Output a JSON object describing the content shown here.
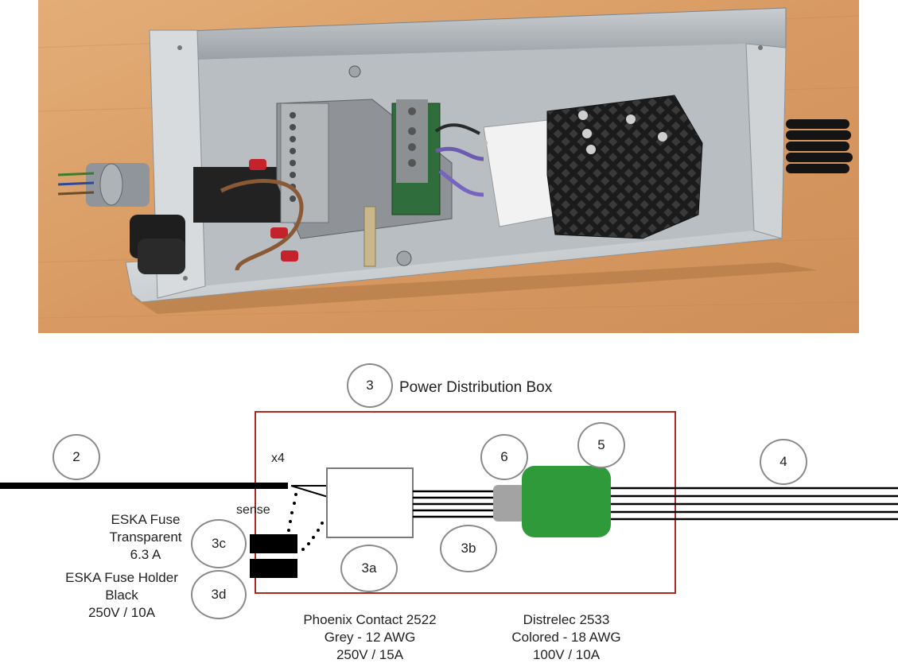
{
  "title": "Power Distribution Box",
  "callouts": {
    "c2": "2",
    "c3": "3",
    "c3a": "3a",
    "c3b": "3b",
    "c3c": "3c",
    "c3d": "3d",
    "c4": "4",
    "c5": "5",
    "c6": "6"
  },
  "annotations": {
    "x4": "x4",
    "sense": "sense"
  },
  "fuse_label": {
    "line1": "ESKA Fuse",
    "line2": "Transparent",
    "line3": "6.3 A"
  },
  "fuse_holder_label": {
    "line1": "ESKA Fuse Holder",
    "line2": "Black",
    "line3": "250V / 10A"
  },
  "phoenix_label": {
    "line1": "Phoenix Contact 2522",
    "line2": "Grey - 12 AWG",
    "line3": "250V / 15A"
  },
  "distrelec_label": {
    "line1": "Distrelec 2533",
    "line2": "Colored - 18 AWG",
    "line3": "100V / 10A"
  },
  "colors": {
    "enclosure_border": "#b0281e",
    "connector_green": "#2e9a3a",
    "connector_grey": "#a3a3a3",
    "callout_border": "#8a8a8a",
    "photo_table": "#d9a06a"
  }
}
